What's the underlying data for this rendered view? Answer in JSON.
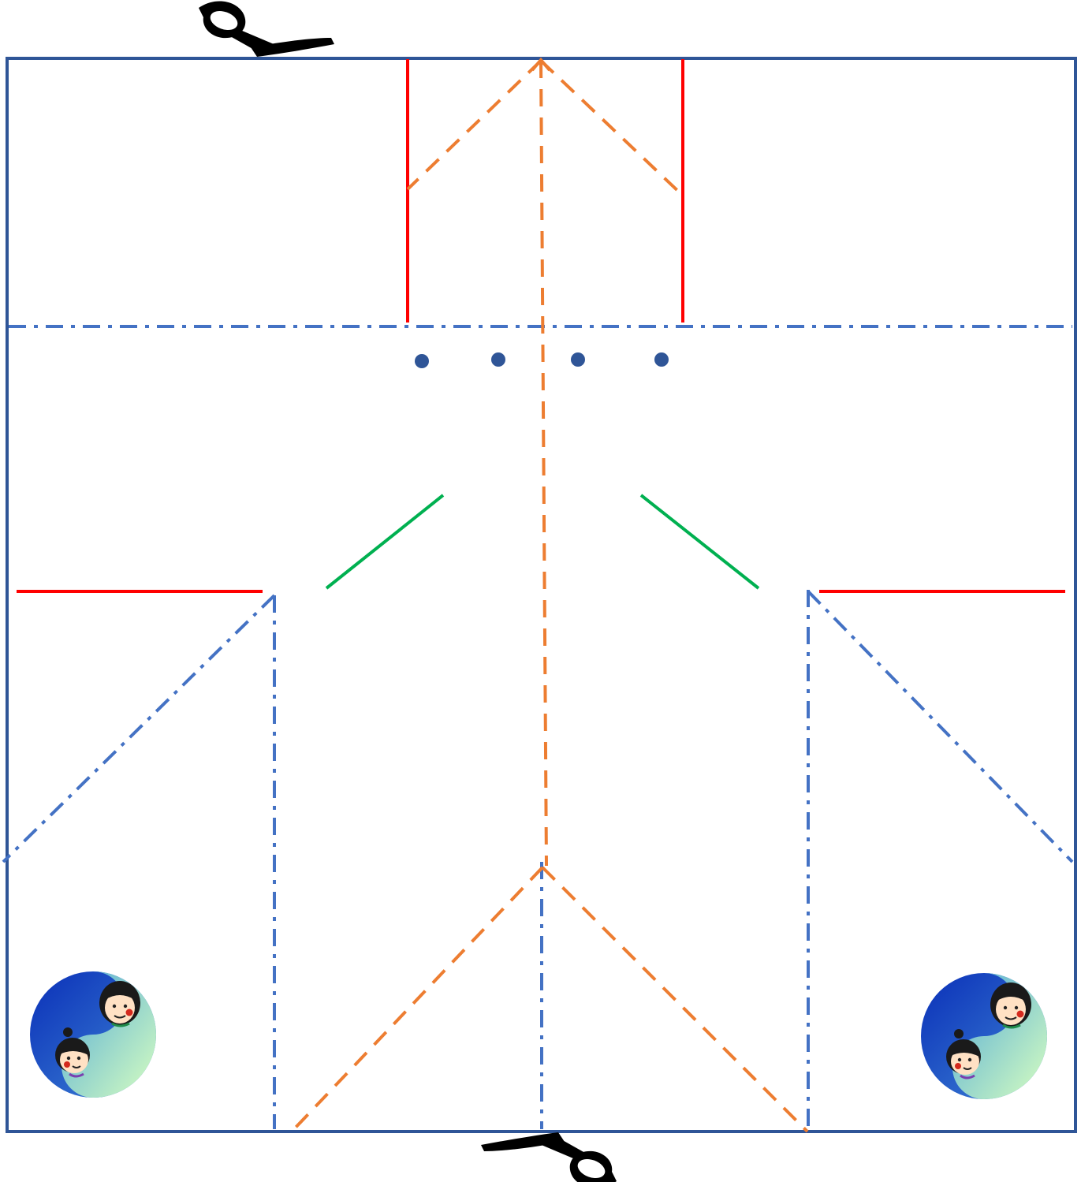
{
  "diagram": {
    "kind": "paper folding / cutting pattern",
    "colors": {
      "border": "#2F5597",
      "cut_line": "#FF0000",
      "valley_fold": "#ED7D31",
      "mountain_fold": "#4472C4",
      "green_slit": "#00B050",
      "dot": "#2F5597",
      "scissors": "#000000"
    },
    "legend_by_color": {
      "red_solid": "cut",
      "orange_dashed": "fold",
      "blue_dash_dot": "fold",
      "green_solid": "slit"
    },
    "icons": [
      "scissors-icon-top",
      "scissors-icon-bottom",
      "yin-yang-logo-left",
      "yin-yang-logo-right"
    ],
    "dot_count": 4
  }
}
